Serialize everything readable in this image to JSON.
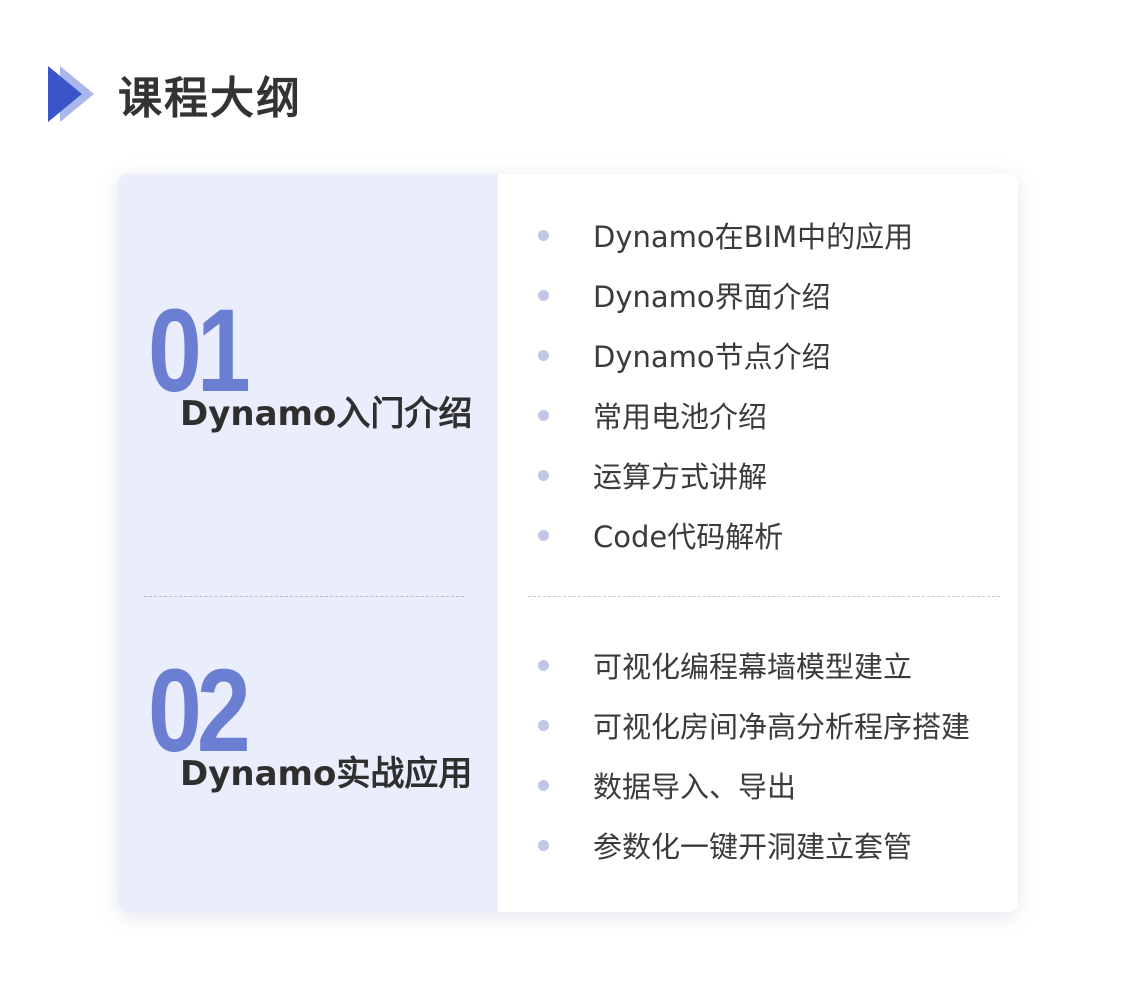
{
  "header": {
    "title": "课程大纲",
    "icon": "play-arrow-icon",
    "icon_colors": [
      "#3a55c9",
      "#a9b7ec"
    ]
  },
  "colors": {
    "accent": "#6a7ed2",
    "panel_bg": "#e9edfc",
    "bullet": "#c1c7e6"
  },
  "sections": [
    {
      "number": "01",
      "title": "Dynamo入门介绍",
      "items": [
        "Dynamo在BIM中的应用",
        "Dynamo界面介绍",
        "Dynamo节点介绍",
        "常用电池介绍",
        "运算方式讲解",
        "Code代码解析"
      ]
    },
    {
      "number": "02",
      "title": "Dynamo实战应用",
      "items": [
        "可视化编程幕墙模型建立",
        "可视化房间净高分析程序搭建",
        "数据导入、导出",
        "参数化一键开洞建立套管"
      ]
    }
  ]
}
